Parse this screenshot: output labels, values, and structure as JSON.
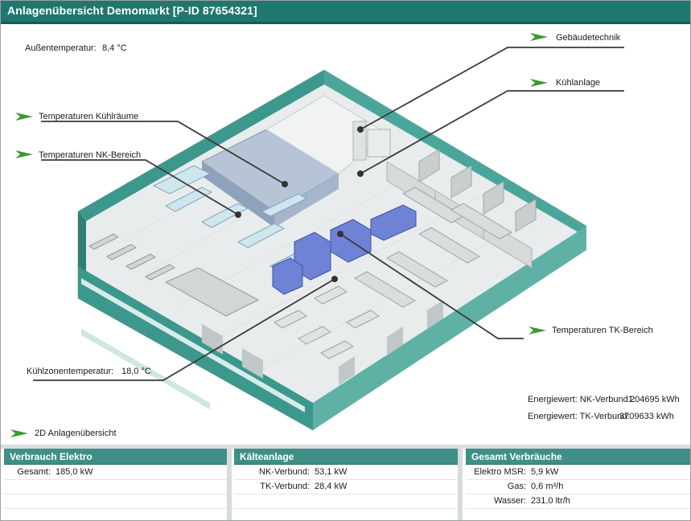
{
  "window": {
    "title": "Anlagenübersicht Demomarkt [P-ID 87654321]"
  },
  "outdoor": {
    "label": "Außentemperatur:",
    "value": "8,4 °C"
  },
  "links": {
    "gebaeude": "Gebäudetechnik",
    "kuehlanlage": "Kühlanlage",
    "kuehlraeume": "Temperaturen Kühlräume",
    "nk_bereich": "Temperaturen NK-Bereich",
    "tk_bereich": "Temperaturen TK-Bereich",
    "view2d": "2D Anlagenübersicht"
  },
  "zone": {
    "label": "Kühlzonentemperatur:",
    "value": "18,0 °C"
  },
  "energy": {
    "nk": {
      "label": "Energiewert: NK-Verbund1:",
      "value": "204695 kWh"
    },
    "tk": {
      "label": "Energiewert: TK-Verbund:",
      "value": "3709633 kWh"
    }
  },
  "colors": {
    "header": "#20776f",
    "panel_head": "#3f8f86",
    "arrow": "#3a9a2a",
    "wall": "#2f8a80"
  },
  "panels": {
    "elektro": {
      "title": "Verbrauch Elektro",
      "rows": [
        {
          "key": "Gesamt:",
          "value": "185,0 kW"
        }
      ]
    },
    "kaelte": {
      "title": "Kälteanlage",
      "rows": [
        {
          "key": "NK-Verbund:",
          "value": "53,1 kW"
        },
        {
          "key": "TK-Verbund:",
          "value": "28,4 kW"
        }
      ]
    },
    "gesamt": {
      "title": "Gesamt Verbräuche",
      "rows": [
        {
          "key": "Elektro MSR:",
          "value": "5,9 kW"
        },
        {
          "key": "Gas:",
          "value": "0,6 m³/h"
        },
        {
          "key": "Wasser:",
          "value": "231,0 ltr/h"
        }
      ]
    }
  }
}
